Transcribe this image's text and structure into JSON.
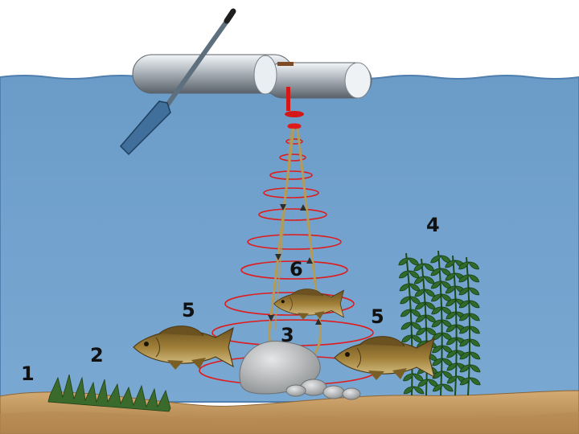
{
  "labels": {
    "bottom": "1",
    "grass": "2",
    "stone": "3",
    "weeds": "4",
    "fish_left": "5",
    "fish_right": "5",
    "fish_center": "6"
  },
  "colors": {
    "sky": "#ffffff",
    "water": "#6d9ec9",
    "water_line": "#4f7fae",
    "sand": "#c49a62",
    "sand_dark": "#9c7240",
    "sonar_ring": "#e01b1b",
    "beam": "#b59b55",
    "boat": "#9aa4ad",
    "oar": "#3f6f9a",
    "grass": "#3a6b2c",
    "fish_body": "#8a6a2c",
    "stone": "#b9bbbd"
  },
  "icons": [
    "inflatable-boat-icon",
    "oar-icon",
    "sonar-transducer-icon",
    "fish-icon",
    "stone-icon",
    "water-plant-icon"
  ]
}
